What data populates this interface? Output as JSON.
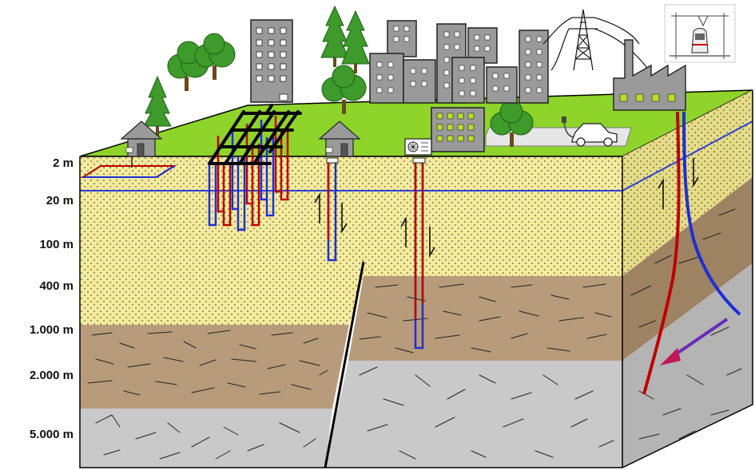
{
  "depth_scale": {
    "labels": [
      "2 m",
      "20 m",
      "100 m",
      "400 m",
      "1.000 m",
      "2.000 m",
      "5.000 m"
    ]
  },
  "colors": {
    "grass": "#8fd42a",
    "sand_front": "#f4eb9c",
    "sand_side": "#e6dc86",
    "rock_brown": "#b79b7a",
    "rock_brown_side": "#9e8363",
    "bedrock_grey": "#c9c9c9",
    "bedrock_grey_side": "#b4b4b4",
    "building_grey": "#9a9a9a",
    "window_green": "#b8e02a",
    "tree_green": "#3d9a2b",
    "pipe_red": "#c00000",
    "pipe_blue": "#1f2fd6",
    "groundwater_line": "#2a3fd8",
    "flow_arrow": "#c2185b"
  },
  "icons": [
    "house-icon",
    "apartment-building-icon",
    "office-building-icon",
    "tree-icon",
    "power-pylon-icon",
    "factory-icon",
    "electric-car-icon",
    "charging-station-icon",
    "train-icon",
    "heat-pump-unit-icon",
    "flow-arrow-icon",
    "borehole-heat-exchanger-icon",
    "ground-collector-icon"
  ]
}
